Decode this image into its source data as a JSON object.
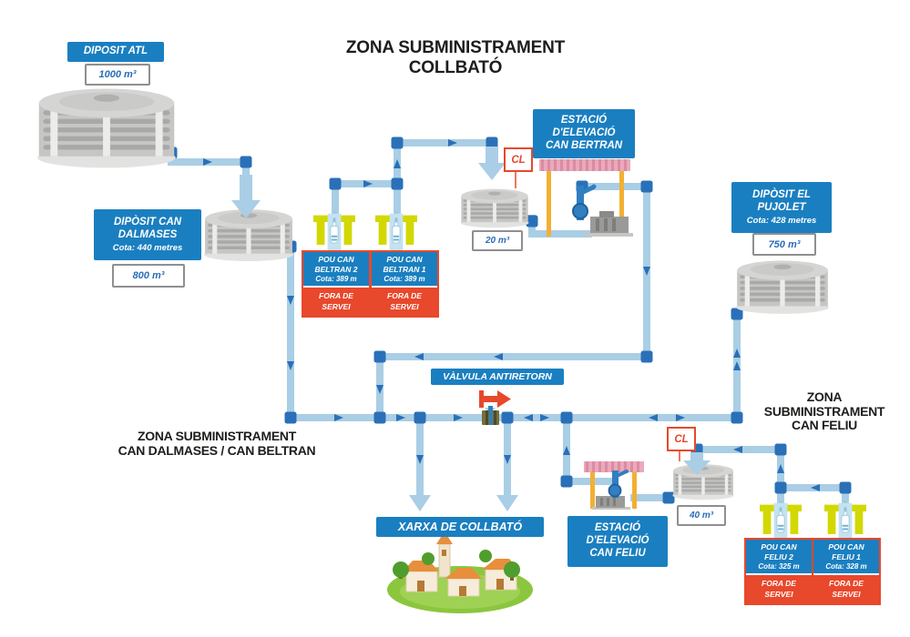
{
  "title": {
    "line1": "ZONA SUBMINISTRAMENT",
    "line2": "COLLBATÓ"
  },
  "zones": {
    "dalmases_beltran": {
      "line1": "ZONA SUBMINISTRAMENT",
      "line2": "CAN DALMASES / CAN BELTRAN"
    },
    "can_feliu": {
      "line1": "ZONA",
      "line2": "SUBMINISTRAMENT",
      "line3": "CAN FELIU"
    }
  },
  "tanks": {
    "atl": {
      "name": "DIPOSIT ATL",
      "volume": "1000 m³"
    },
    "dalmases": {
      "name_line1": "DIPÒSIT CAN",
      "name_line2": "DALMASES",
      "cota": "Cota: 440 metres",
      "volume": "800 m³"
    },
    "bertran_tank": {
      "volume": "20 m³"
    },
    "pujolet": {
      "name_line1": "DIPÒSIT EL",
      "name_line2": "PUJOLET",
      "cota": "Cota: 428 metres",
      "volume": "750 m³"
    },
    "feliu_tank": {
      "volume": "40 m³"
    }
  },
  "wells": {
    "beltran_2": {
      "name_line1": "POU CAN",
      "name_line2": "BELTRAN 2",
      "cota": "Cota: 389 m",
      "status_line1": "FORA DE",
      "status_line2": "SERVEI"
    },
    "beltran_1": {
      "name_line1": "POU CAN",
      "name_line2": "BELTRAN 1",
      "cota": "Cota: 389 m",
      "status_line1": "FORA DE",
      "status_line2": "SERVEI"
    },
    "feliu_2": {
      "name_line1": "POU CAN",
      "name_line2": "FELIU 2",
      "cota": "Cota: 325 m",
      "status_line1": "FORA DE",
      "status_line2": "SERVEI"
    },
    "feliu_1": {
      "name_line1": "POU CAN",
      "name_line2": "FELIU 1",
      "cota": "Cota: 328 m",
      "status_line1": "FORA DE",
      "status_line2": "SERVEI"
    }
  },
  "stations": {
    "bertran": {
      "line1": "ESTACIÓ",
      "line2": "D'ELEVACIÓ",
      "line3": "CAN BERTRAN"
    },
    "feliu": {
      "line1": "ESTACIÓ",
      "line2": "D'ELEVACIÓ",
      "line3": "CAN FELIU"
    }
  },
  "valve": {
    "label": "VÀLVULA ANTIRETORN"
  },
  "network": {
    "xarxa_label": "XARXA DE COLLBATÓ"
  },
  "chlorination": {
    "bertran": "CL",
    "feliu": "CL"
  },
  "colors": {
    "label_blue": "#1a7fc0",
    "pipe_light": "#a9cee5",
    "pipe_dark": "#2a70b8",
    "alert_red": "#e8482b",
    "well_yellow": "#d2d800",
    "post_orange": "#f2b033",
    "roof_pink": "#eba9ba",
    "tank_gray": "#c6c6c4",
    "village_green": "#8cc63e"
  }
}
